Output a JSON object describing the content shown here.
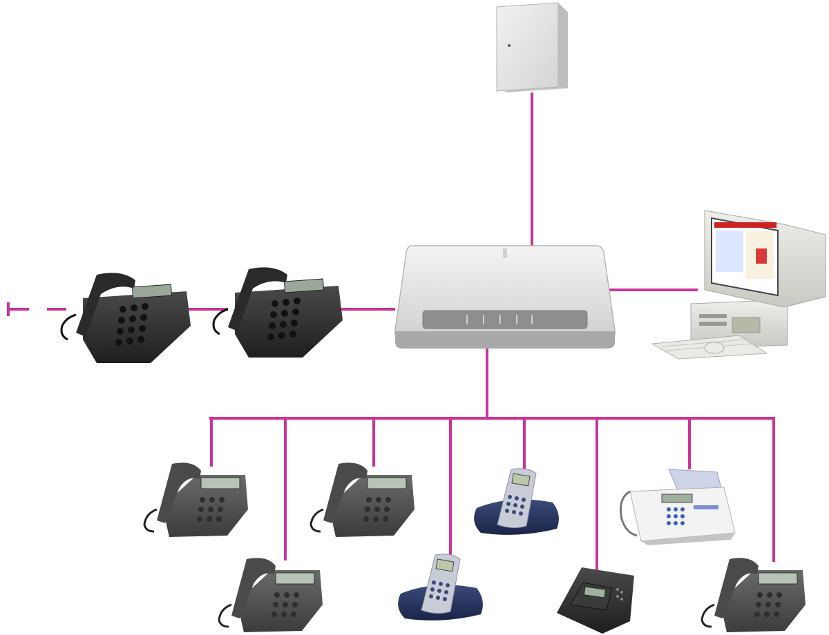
{
  "diagram": {
    "type": "telephone-network-topology",
    "line_color": "#cc3399",
    "devices": {
      "ntba": {
        "icon": "wall-box-icon"
      },
      "router": {
        "icon": "telephone-system-box-icon"
      },
      "pc": {
        "icon": "desktop-computer-icon"
      },
      "isdn_phones": [
        {
          "icon": "desk-phone-icon"
        },
        {
          "icon": "desk-phone-icon"
        }
      ],
      "extensions": [
        {
          "kind": "analog-desk-phone",
          "icon": "desk-phone-icon"
        },
        {
          "kind": "analog-desk-phone",
          "icon": "desk-phone-icon"
        },
        {
          "kind": "analog-desk-phone",
          "icon": "desk-phone-icon"
        },
        {
          "kind": "cordless-phone",
          "icon": "cordless-phone-icon"
        },
        {
          "kind": "cordless-phone",
          "icon": "cordless-phone-icon"
        },
        {
          "kind": "answering-machine",
          "icon": "answering-machine-icon"
        },
        {
          "kind": "fax-machine",
          "icon": "fax-machine-icon"
        },
        {
          "kind": "analog-desk-phone",
          "icon": "desk-phone-icon"
        }
      ]
    }
  }
}
